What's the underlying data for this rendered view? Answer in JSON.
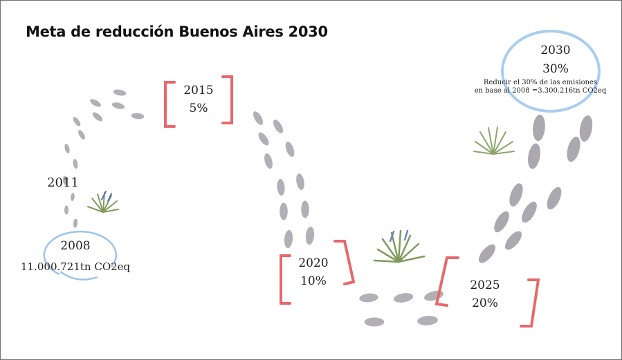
{
  "title": "Meta de reducción Buenos Aires 2030",
  "milestones": [
    {
      "year": "2008",
      "detail": "11.000.721tn CO2eq"
    },
    {
      "year": "2011"
    },
    {
      "year": "2015",
      "percent": "5%"
    },
    {
      "year": "2020",
      "percent": "10%"
    },
    {
      "year": "2025",
      "percent": "20%"
    },
    {
      "year": "2030",
      "percent": "30%",
      "note_line1": "Reducir el 30% de las emisiones",
      "note_line2": "en base al 2008 =3.300.216tn CO2eq"
    }
  ],
  "colors": {
    "bracket": "#e8686a",
    "circle": "#9cc3ea",
    "footprint": "#b0acb4",
    "plant": "#7f9a5c"
  }
}
